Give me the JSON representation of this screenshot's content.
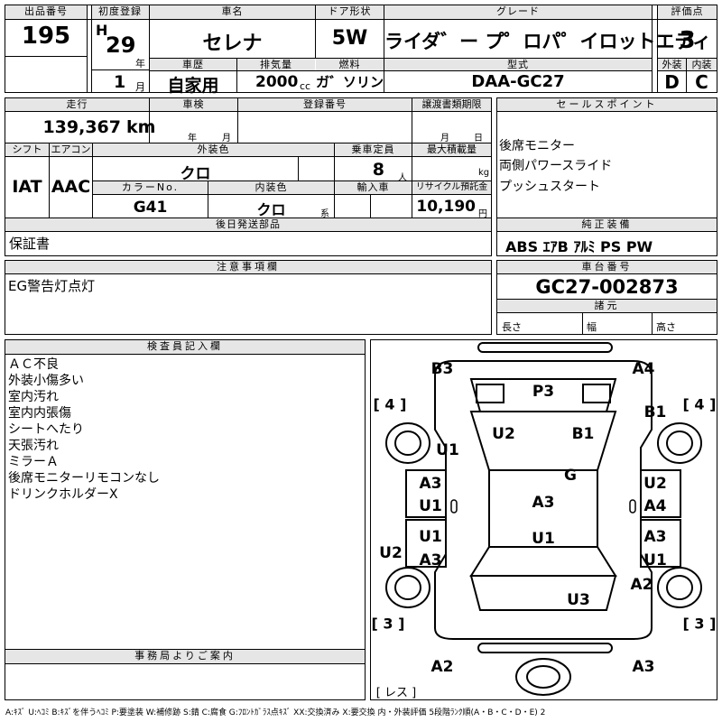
{
  "header": {
    "lot_label": "出品番号",
    "lot_number": "195",
    "first_reg_label": "初度登録",
    "era": "H",
    "year": "29",
    "year_unit": "年",
    "month": "1",
    "month_unit": "月",
    "car_name_label": "車名",
    "car_name": "セレナ",
    "doors_label": "ドア形状",
    "doors": "5W",
    "grade_label": "グレード",
    "grade": "ライダ゛ー プ゜ロパ゜イロットエディ",
    "score_label": "評価点",
    "score": "3",
    "history_label": "車歴",
    "history": "自家用",
    "displacement_label": "排気量",
    "displacement": "2000",
    "displacement_unit": "cc",
    "fuel_label": "燃料",
    "fuel": "ガ゛ソリン",
    "model_label": "型式",
    "model": "DAA-GC27",
    "exterior_grade_label": "外装",
    "exterior_grade": "D",
    "interior_grade_label": "内装",
    "interior_grade": "C"
  },
  "row2": {
    "mileage_label": "走行",
    "mileage": "139,367",
    "mileage_unit": "km",
    "inspection_label": "車検",
    "inspection_year_unit": "年",
    "inspection_month_unit": "月",
    "reg_label": "登録番号",
    "transfer_label": "譲渡書類期限",
    "transfer_month_unit": "月",
    "transfer_day_unit": "日",
    "shift_label": "シフト",
    "shift": "IAT",
    "ac_label": "エアコン",
    "ac": "AAC",
    "color_label": "外装色",
    "color": "クロ",
    "capacity_label": "乗車定員",
    "capacity": "8",
    "capacity_unit": "人",
    "max_load_label": "最大積載量",
    "max_load_unit": "kg",
    "color_no_label": "カラーNo.",
    "color_no": "G41",
    "interior_color_label": "内装色",
    "interior_color": "クロ",
    "interior_color_unit": "系",
    "import_label": "輸入車",
    "recycle_label": "リサイクル預託金",
    "recycle": "10,190",
    "recycle_unit": "円",
    "later_parts_label": "後日発送部品",
    "later_parts": "保証書"
  },
  "sales": {
    "label": "セールスポイント",
    "points": [
      "後席モニター",
      "両側パワースライド",
      "プッシュスタート"
    ],
    "equipment_label": "純正装備",
    "equipment": "ABS ｴｱB ｱﾙﾐ PS PW"
  },
  "notes": {
    "label": "注意事項欄",
    "text": "EG警告灯点灯"
  },
  "chassis": {
    "label": "車台番号",
    "number": "GC27-002873",
    "specs_label": "諸元",
    "length_label": "長さ",
    "width_label": "幅",
    "height_label": "高さ"
  },
  "inspector": {
    "label": "検査員記入欄",
    "lines": [
      "ＡＣ不良",
      "外装小傷多い",
      "室内汚れ",
      "室内内張傷",
      "シートへたり",
      "天張汚れ",
      "ミラーＡ",
      "後席モニターリモコンなし",
      "ドリンクホルダーX"
    ]
  },
  "office": {
    "label": "事務局よりご案内"
  },
  "diagram": {
    "marks": {
      "b3": "B3",
      "a4_top": "A4",
      "p3": "P3",
      "b1_right": "B1",
      "u2_roof": "U2",
      "b1_roof": "B1",
      "u1_left": "U1",
      "g": "G",
      "a3_door1": "A3",
      "u1_door1": "U1",
      "u2_door1": "U2",
      "a4_door1": "A4",
      "a3_center": "A3",
      "u1_door2a": "U1",
      "a3_door2a": "A3",
      "u1_center": "U1",
      "a3_door2b": "A3",
      "u1_door2b": "U1",
      "u2_left": "U2",
      "a2_right": "A2",
      "u3": "U3",
      "a2_bottom": "A2",
      "a3_bottom": "A3"
    },
    "bracket_tl": "[ 4 ]",
    "bracket_tr": "[ 4 ]",
    "bracket_bl": "[ 3 ]",
    "bracket_br": "[ 3 ]",
    "spare": "[ レス ]",
    "legend": "A:ｷｽﾞ U:ﾍｺﾐ B:ｷｽﾞを伴うﾍｺﾐ P:要塗装 W:補修跡 S:錆 C:腐食 G:ﾌﾛﾝﾄｶﾞﾗｽ点ｷｽﾞ XX:交換済み X:要交換 内・外装評価 5段階ﾗﾝｸ順(A・B・C・D・E) 2"
  }
}
